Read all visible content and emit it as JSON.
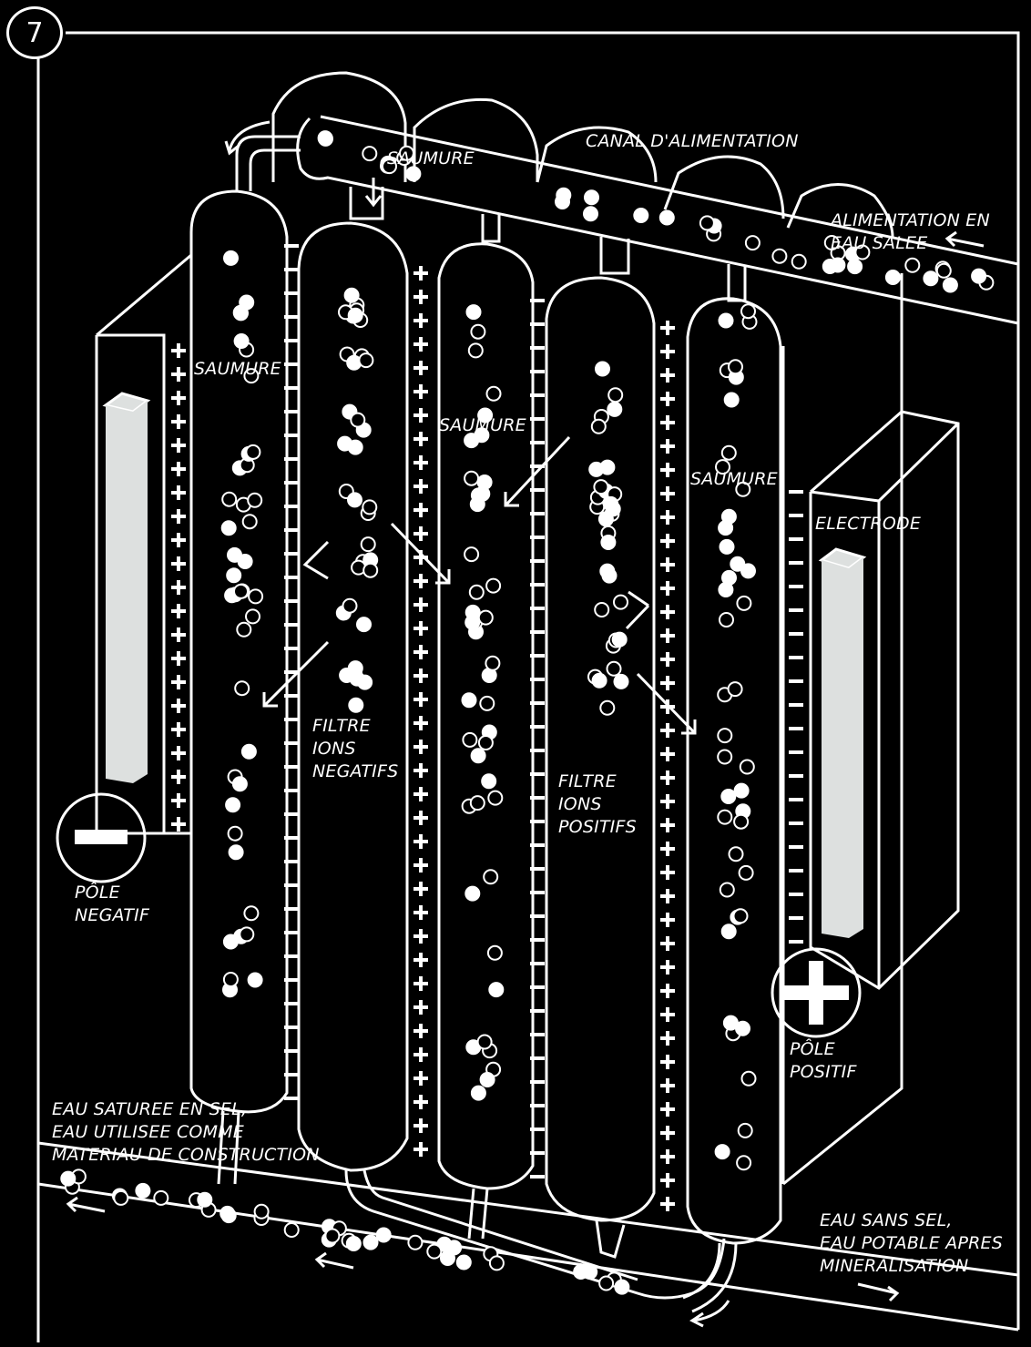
{
  "figure_number": "7",
  "labels": {
    "saumure_top": "SAUMURE",
    "canal": "CANAL D'ALIMENTATION",
    "alimentation": "ALIMENTATION EN\nEAU SALEE",
    "saumure_1": "SAUMURE",
    "saumure_2": "SAUMURE",
    "saumure_3": "SAUMURE",
    "electrode": "ELECTRODE",
    "filtre_neg": "FILTRE\nIONS\nNEGATIFS",
    "filtre_pos": "FILTRE\nIONS\nPOSITIFS",
    "pole_neg": "PÔLE\nNEGATIF",
    "pole_pos": "PÔLE\nPOSITIF",
    "eau_saturee": "EAU SATUREE EN SEL,\nEAU UTILISEE COMME\nMATERIAU DE CONSTRUCTION",
    "eau_sans_sel": "EAU SANS SEL,\nEAU POTABLE APRES\nMINERALISATION"
  },
  "colors": {
    "background": "#000000",
    "line": "#ffffff",
    "electrode": "#dde0df"
  }
}
